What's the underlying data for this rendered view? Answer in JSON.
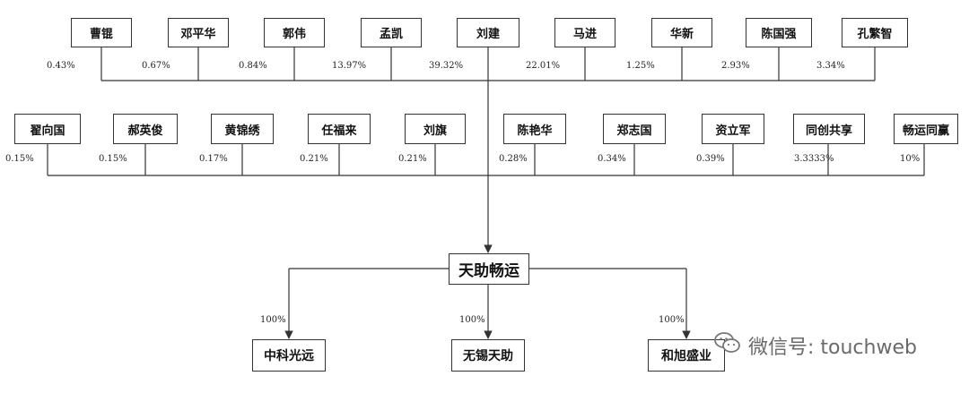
{
  "row1": [
    {
      "name": "曹锟",
      "pct": "0.43%"
    },
    {
      "name": "邓平华",
      "pct": "0.67%"
    },
    {
      "name": "郭伟",
      "pct": "0.84%"
    },
    {
      "name": "孟凯",
      "pct": "13.97%"
    },
    {
      "name": "刘建",
      "pct": "39.32%"
    },
    {
      "name": "马进",
      "pct": "22.01%"
    },
    {
      "name": "华新",
      "pct": "1.25%"
    },
    {
      "name": "陈国强",
      "pct": "2.93%"
    },
    {
      "name": "孔繁智",
      "pct": "3.34%"
    }
  ],
  "row2": [
    {
      "name": "翟向国",
      "pct": "0.15%"
    },
    {
      "name": "郝英俊",
      "pct": "0.15%"
    },
    {
      "name": "黄锦绣",
      "pct": "0.17%"
    },
    {
      "name": "任福来",
      "pct": "0.21%"
    },
    {
      "name": "刘旗",
      "pct": "0.21%"
    },
    {
      "name": "陈艳华",
      "pct": "0.28%"
    },
    {
      "name": "郑志国",
      "pct": "0.34%"
    },
    {
      "name": "资立军",
      "pct": "0.39%"
    },
    {
      "name": "同创共享",
      "pct": "3.3333%"
    },
    {
      "name": "畅运同赢",
      "pct": "10%"
    }
  ],
  "hub": {
    "name": "天助畅运"
  },
  "subsidiaries": [
    {
      "name": "中科光远",
      "pct": "100%"
    },
    {
      "name": "无锡天助",
      "pct": "100%"
    },
    {
      "name": "和旭盛业",
      "pct": "100%"
    }
  ],
  "watermark": {
    "text": "微信号: touchweb",
    "icon": "wechat-icon"
  },
  "colors": {
    "line": "#333333",
    "watermark": "#6a6a6a"
  }
}
